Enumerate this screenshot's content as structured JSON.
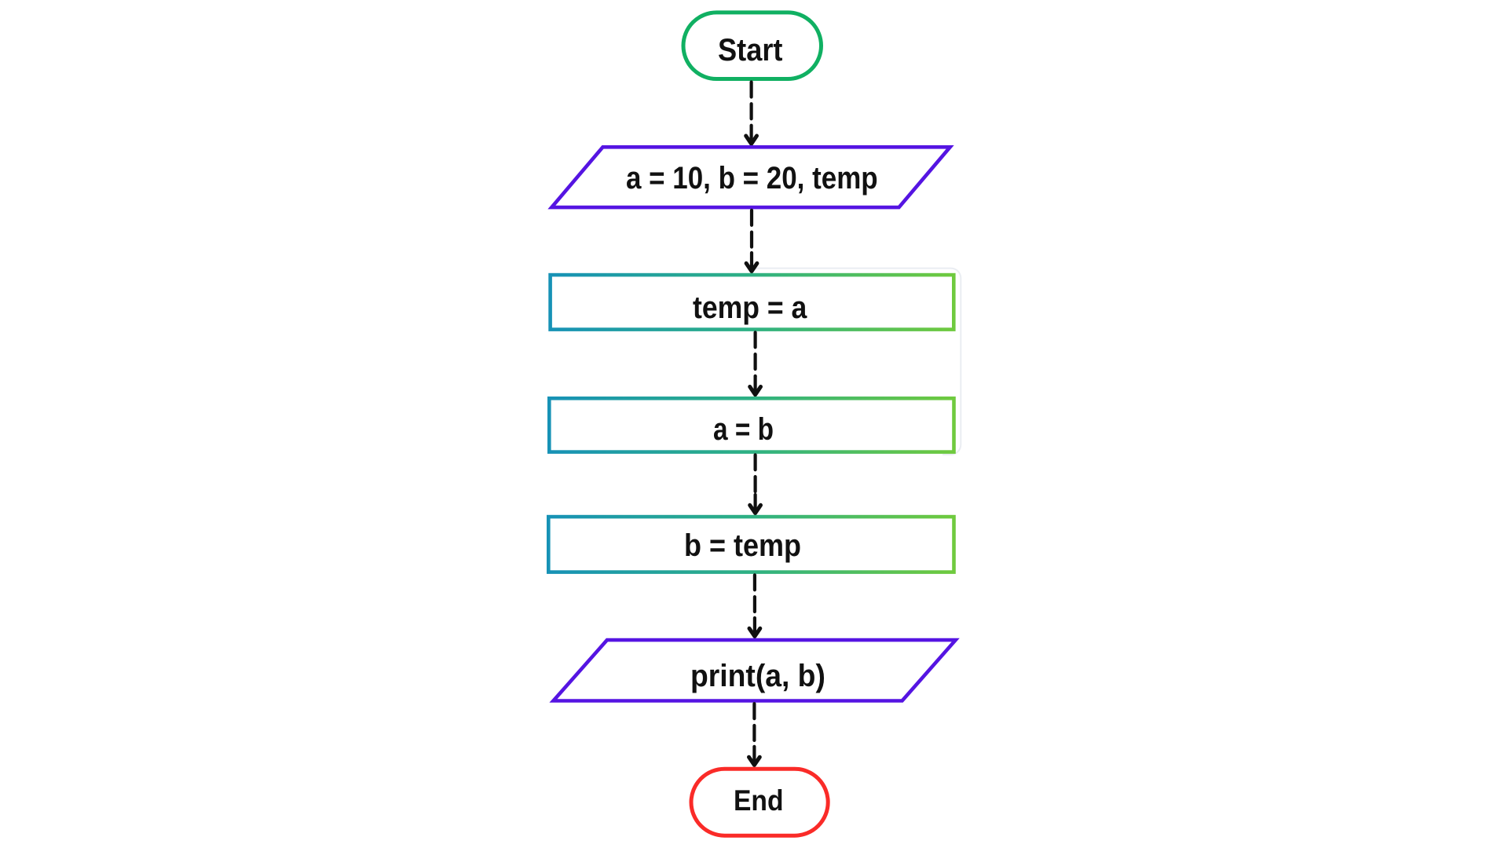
{
  "flowchart": {
    "description": "Flowchart of swapping two variables using a temp variable",
    "nodes": [
      {
        "id": "start",
        "shape": "terminator",
        "label": "Start",
        "border_color": "#10b062"
      },
      {
        "id": "init",
        "shape": "parallelogram",
        "label": "a = 10, b = 20, temp",
        "border_color": "#5514e2"
      },
      {
        "id": "step1",
        "shape": "process",
        "label": "temp = a",
        "border_gradient_from": "#1792b6",
        "border_gradient_to": "#6fca3e"
      },
      {
        "id": "step2",
        "shape": "process",
        "label": "a = b",
        "border_gradient_from": "#1792b6",
        "border_gradient_to": "#6fca3e"
      },
      {
        "id": "step3",
        "shape": "process",
        "label": "b = temp",
        "border_gradient_from": "#1792b6",
        "border_gradient_to": "#6fca3e"
      },
      {
        "id": "output",
        "shape": "parallelogram",
        "label": "print(a, b)",
        "border_color": "#5514e2"
      },
      {
        "id": "end",
        "shape": "terminator",
        "label": "End",
        "border_color": "#fa2b28"
      }
    ],
    "connectors": {
      "style": "dashed",
      "color": "#101010",
      "count": 6,
      "direction": "down"
    },
    "text_color": "#111111",
    "background_color": "#ffffff"
  }
}
